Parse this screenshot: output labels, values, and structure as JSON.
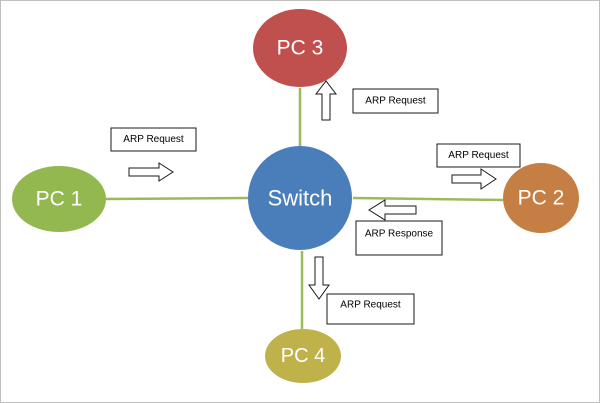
{
  "diagram": {
    "nodes": {
      "switch": {
        "label": "Switch",
        "color": "#4a7ebb"
      },
      "pc1": {
        "label": "PC 1",
        "color": "#93b84f"
      },
      "pc2": {
        "label": "PC 2",
        "color": "#c57f45"
      },
      "pc3": {
        "label": "PC 3",
        "color": "#c0504d"
      },
      "pc4": {
        "label": "PC 4",
        "color": "#bfb24a"
      }
    },
    "link_color": "#9bbb59",
    "messages": {
      "pc1_request": "ARP Request",
      "pc2_request": "ARP Request",
      "pc2_response": "ARP Response",
      "pc3_request": "ARP Request",
      "pc4_request": "ARP Request"
    }
  }
}
